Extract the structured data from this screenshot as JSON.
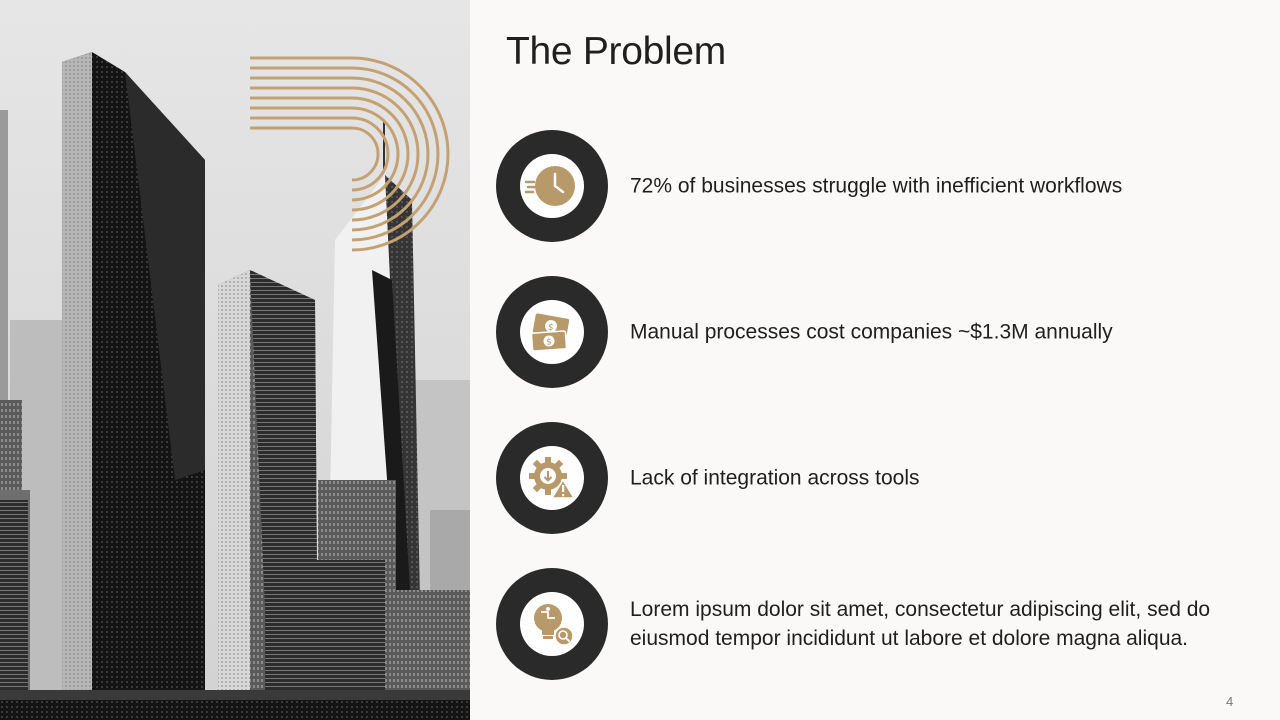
{
  "slide": {
    "title": "The Problem",
    "page_number": "4",
    "accent_color": "#B8996A",
    "ring_color": "#2A2A2A",
    "items": [
      {
        "text": "72% of businesses struggle with inefficient workflows",
        "icon": "fast-clock-icon"
      },
      {
        "text": "Manual processes cost companies ~$1.3M annually",
        "icon": "money-bills-icon"
      },
      {
        "text": "Lack of integration across tools",
        "icon": "gear-warning-icon"
      },
      {
        "text": "Lorem ipsum dolor sit amet, consectetur adipiscing elit, sed do eiusmod tempor incididunt ut labore et dolore magna aliqua.",
        "icon": "lightbulb-puzzle-icon"
      }
    ]
  }
}
